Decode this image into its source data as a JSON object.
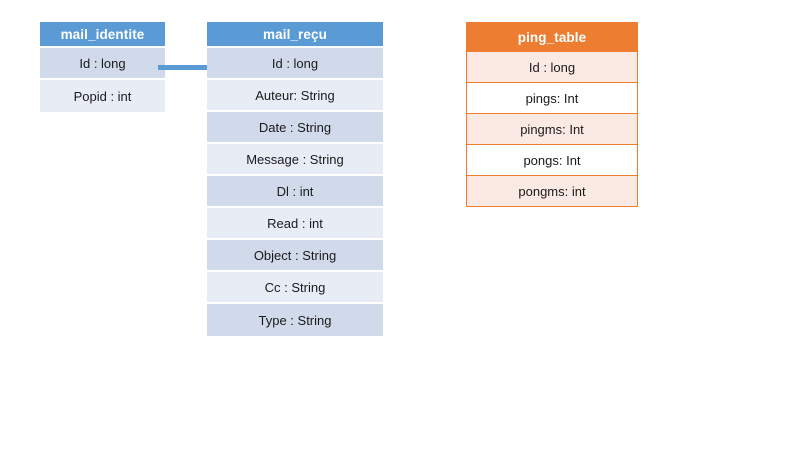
{
  "diagram": {
    "type": "database-schema",
    "background_color": "#FFFFFF",
    "tables": [
      {
        "name": "mail_identite",
        "header_color": "#5B9BD5",
        "row_colors": [
          "#D0DAEB",
          "#E8ECF5"
        ],
        "fields": [
          "Id : long",
          "Popid : int"
        ]
      },
      {
        "name": "mail_reçu",
        "header_color": "#5B9BD5",
        "row_colors": [
          "#D0DAEB",
          "#E8ECF5"
        ],
        "fields": [
          "Id : long",
          "Auteur: String",
          "Date : String",
          "Message : String",
          "Dl : int",
          "Read : int",
          "Object : String",
          "Cc : String",
          "Type : String"
        ]
      },
      {
        "name": "ping_table",
        "header_color": "#ED7D31",
        "row_colors": [
          "#FBE9E3",
          "#FFFFFF"
        ],
        "fields": [
          "Id : long",
          "pings: Int",
          "pingms: Int",
          "pongs: Int",
          "pongms: int"
        ]
      }
    ],
    "relationships": [
      {
        "from_table": "mail_identite",
        "from_field": "Id : long",
        "to_table": "mail_reçu",
        "to_field": "Id : long",
        "color": "#5B9BD5"
      }
    ]
  }
}
